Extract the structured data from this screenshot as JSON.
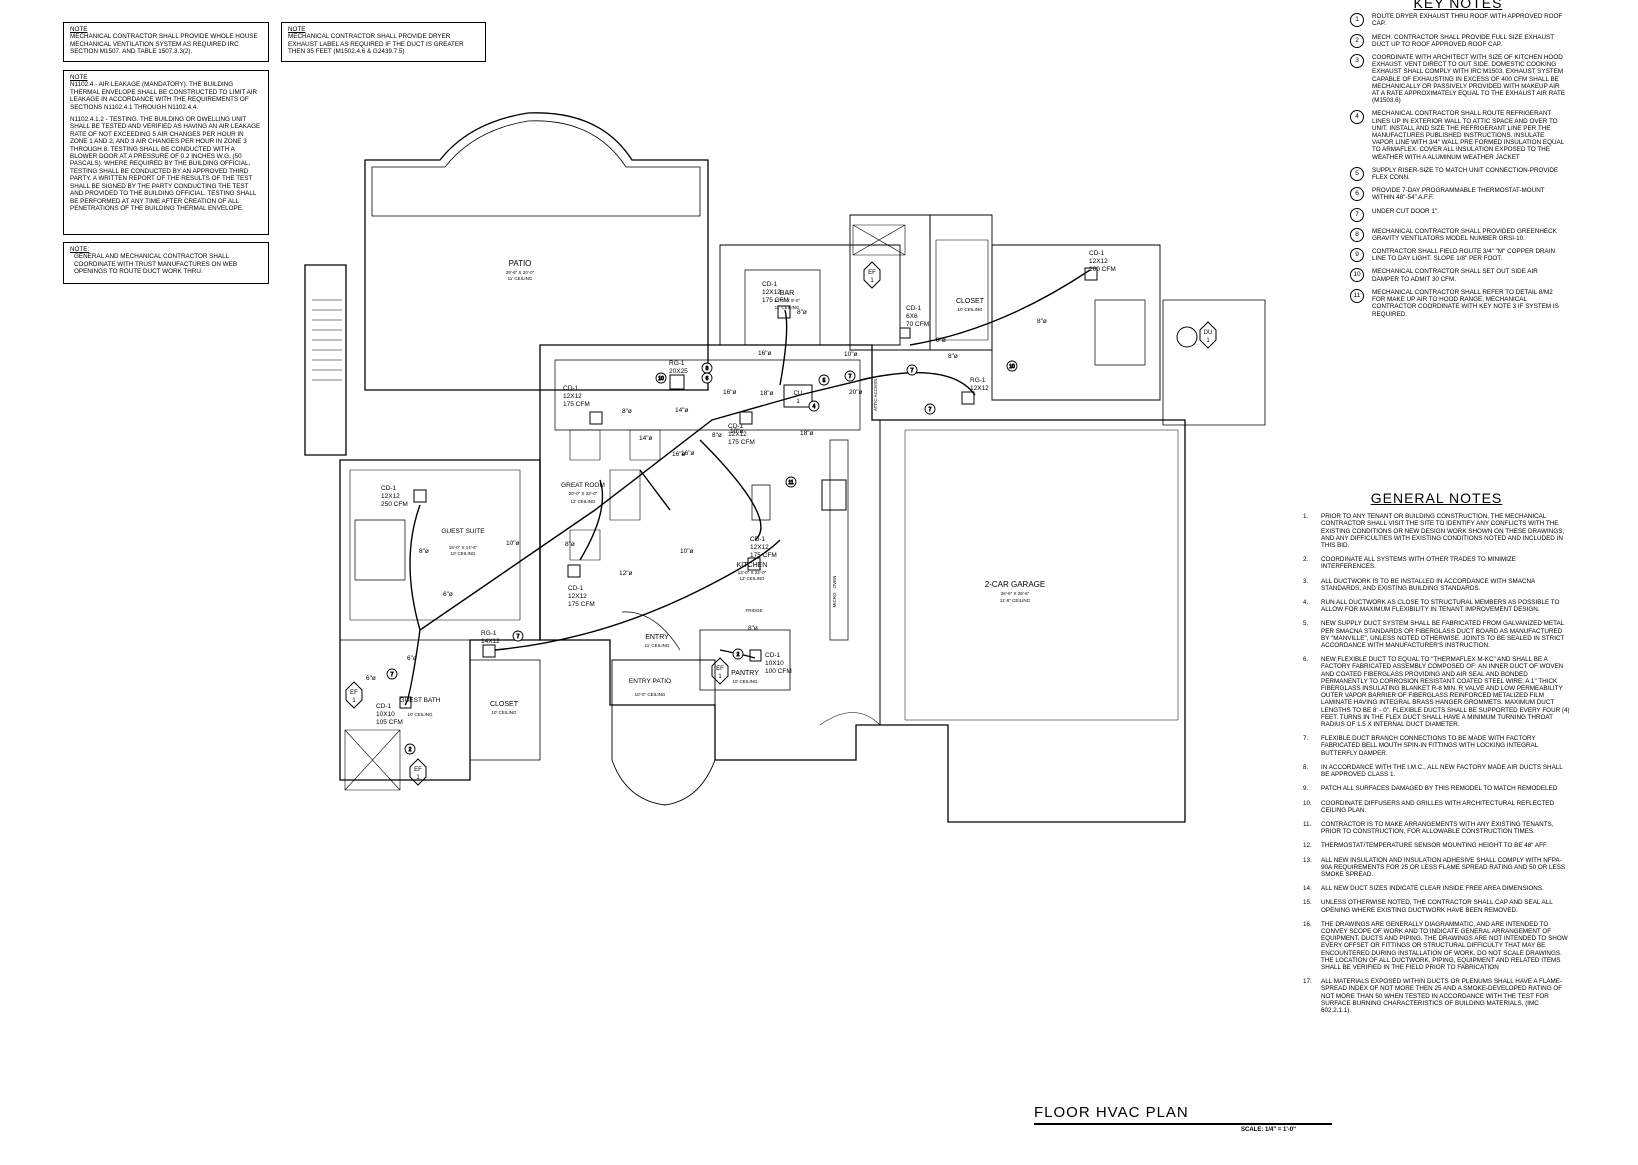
{
  "notes": [
    {
      "header": "NOTE",
      "paragraphs": [
        "MECHANICAL CONTRACTOR SHALL PROVIDE WHOLE HOUSE MECHANICAL VENTILATION SYSTEM AS REQUIRED IRC SECTION M1507. AND TABLE 1507.3.3(2)."
      ]
    },
    {
      "header": "NOTE",
      "paragraphs": [
        "MECHANICAL CONTRACTOR SHALL PROVIDE DRYER EXHAUST LABEL AS REQUIRED IF THE DUCT IS GREATER THEN 35 FEET (M1502.4.6 & G2439.7.5)"
      ]
    },
    {
      "header": "NOTE",
      "paragraphs": [
        "N1102.4 - AIR LEAKAGE (MANDATORY). THE BUILDING THERMAL ENVELOPE SHALL BE CONSTRUCTED TO LIMIT AIR LEAKAGE IN ACCORDANCE WITH THE REQUIREMENTS OF SECTIONS N1102.4.1 THROUGH N1102.4.4.",
        "N1102.4.1.2 - TESTING. THE BUILDING OR DWELLING UNIT SHALL BE TESTED AND VERIFIED AS HAVING AN AIR LEAKAGE RATE OF NOT EXCEEDING 5 AIR CHANGES PER HOUR IN ZONE 1 AND 2, AND 3 AIR CHANGES PER HOUR IN ZONE 3 THROUGH 8. TESTING SHALL BE CONDUCTED WITH A BLOWER DOOR AT A PRESSURE OF 0.2 INCHES W.G. (50 PASCALS). WHERE REQUIRED BY THE BUILDING OFFICIAL, TESTING SHALL BE CONDUCTED BY AN APPROVED THIRD PARTY. A WRITTEN REPORT OF THE RESULTS OF THE TEST SHALL BE SIGNED BY THE PARTY CONDUCTING THE TEST AND PROVIDED TO THE BUILDING OFFICIAL. TESTING SHALL BE PERFORMED AT ANY TIME AFTER CREATION OF ALL PENETRATIONS OF THE BUILDING THERMAL ENVELOPE."
      ]
    },
    {
      "header": "NOTE:",
      "paragraphs": [
        "GENERAL AND MECHANICAL CONTRACTOR SHALL COORDINATE WITH TRUST MANUFACTURES ON WEB OPENINGS TO ROUTE DUCT WORK THRU."
      ]
    }
  ],
  "rooms": [
    {
      "name": "PATIO",
      "dims": "29'-6\" X 20'-0\"",
      "ceiling": "11' CEILING"
    },
    {
      "name": "GREAT ROOM",
      "dims": "20'-0\" X 22'-0\"",
      "ceiling": "12' CEILING"
    },
    {
      "name": "GUEST SUITE",
      "dims": "15'-0\" X 14'-6\"",
      "ceiling": "10' CEILING"
    },
    {
      "name": "GUEST BATH",
      "dims": "",
      "ceiling": "10' CEILING"
    },
    {
      "name": "CLOSET",
      "dims": "",
      "ceiling": "10' CEILING"
    },
    {
      "name": "ENTRY",
      "dims": "",
      "ceiling": "11' CEILING"
    },
    {
      "name": "ENTRY PATIO",
      "dims": "",
      "ceiling": "10'-0\" CEILING"
    },
    {
      "name": "KITCHEN",
      "dims": "13'-0\" X 22'-0\"",
      "ceiling": "12' CEILING"
    },
    {
      "name": "PANTRY",
      "dims": "",
      "ceiling": "10' CEILING"
    },
    {
      "name": "BAR",
      "dims": "10'-6\" X 9'-0\"",
      "ceiling": "11' CEILING"
    },
    {
      "name": "CLOSET",
      "dims": "",
      "ceiling": "10' CEILING"
    },
    {
      "name": "2-CAR GARAGE",
      "dims": "26'-6\" X 26'-6\"",
      "ceiling": "11'-6\" CEILING"
    }
  ],
  "diffusers": [
    {
      "tag": "CD-1",
      "size": "12X12",
      "cfm": "175 CFM"
    },
    {
      "tag": "CD-1",
      "size": "12X12",
      "cfm": "175 CFM"
    },
    {
      "tag": "CD-1",
      "size": "12X12",
      "cfm": "175 CFM"
    },
    {
      "tag": "CD-1",
      "size": "12X12",
      "cfm": "175 CFM"
    },
    {
      "tag": "CD-1",
      "size": "12X12",
      "cfm": "175 CFM"
    },
    {
      "tag": "CD-1",
      "size": "12X12",
      "cfm": "250 CFM"
    },
    {
      "tag": "CD-1",
      "size": "12X12",
      "cfm": "200 CFM"
    },
    {
      "tag": "CD-1",
      "size": "6X6",
      "cfm": "70 CFM"
    },
    {
      "tag": "CD-1",
      "size": "10X10",
      "cfm": "105 CFM"
    },
    {
      "tag": "CD-1",
      "size": "10X10",
      "cfm": "100 CFM"
    }
  ],
  "grilles": [
    {
      "tag": "RG-1",
      "size": "20X25"
    },
    {
      "tag": "RG-1",
      "size": "12X12"
    },
    {
      "tag": "RG-1",
      "size": "14X12"
    }
  ],
  "duct_labels": [
    "8\"ø",
    "8\"ø",
    "8\"ø",
    "8\"ø",
    "8\"ø",
    "8\"ø",
    "8\"ø",
    "8\"ø",
    "8\"ø",
    "6\"ø",
    "6\"ø",
    "6\"ø",
    "10\"ø",
    "10\"ø",
    "12\"ø",
    "14\"ø",
    "14\"ø",
    "16\"ø",
    "16\"ø",
    "16\"ø",
    "18\"ø",
    "18\"ø",
    "20\"ø",
    "10\"ø",
    "10\"ø",
    "16\"ø"
  ],
  "equipment": [
    {
      "tag": "CU",
      "num": "1"
    },
    {
      "tag": "EF",
      "num": "1"
    },
    {
      "tag": "EF",
      "num": "1"
    },
    {
      "tag": "EF",
      "num": "1"
    },
    {
      "tag": "EF",
      "num": "1"
    },
    {
      "tag": "DU",
      "num": "1"
    }
  ],
  "misc_labels": [
    "ATTIC ACCESS",
    "FRIDGE",
    "OVEN",
    "MICRO"
  ],
  "key_notes_title": "KEY NOTES",
  "key_notes": [
    {
      "num": "1",
      "text": "ROUTE DRYER EXHAUST THRU ROOF WITH APPROVED ROOF CAP."
    },
    {
      "num": "2",
      "text": "MECH.        CONTRACTOR SHALL PROVIDE FULL SIZE EXHAUST DUCT UP TO ROOF APPROVED ROOF CAP."
    },
    {
      "num": "3",
      "text": "COORDINATE WITH ARCHITECT WITH SIZE OF KITCHEN HOOD EXHAUST. VENT DIRECT TO OUT SIDE. DOMESTIC COOKING EXHAUST SHALL COMPLY WITH IRC M1503. EXHAUST SYSTEM CAPABLE OF EXHAUSTING IN EXCESS OF 400 CFM SHALL BE MECHANICALLY OR PASSIVELY PROVIDED WITH MAKEUP AIR AT A RATE APPROXIMATELY EQUAL TO THE EXHAUST AIR RATE (M1503.6)"
    },
    {
      "num": "4",
      "text": "MECHANICAL CONTRACTOR SHALL ROUTE REFRIGERANT LINES UP IN EXTERIOR WALL TO ATTIC SPACE AND OVER TO UNIT. INSTALL AND SIZE THE REFRIGERANT LINE PER THE MANUFACTURES PUBLISHED INSTRUCTIONS. INSULATE VAPOR LINE WITH 3/4\" WALL PRE FORMED INSULATION EQUAL TO ARMAFLEX. COVER ALL INSULATION EXPOSED TO THE WEATHER WITH A ALUMINUM WEATHER JACKET"
    },
    {
      "num": "5",
      "text": "SUPPLY RISER-SIZE TO MATCH UNIT CONNECTION-PROVIDE FLEX CONN."
    },
    {
      "num": "6",
      "text": "PROVIDE 7-DAY PROGRAMMABLE THERMOSTAT-MOUNT WITHIN 48\"-54\" A.F.F."
    },
    {
      "num": "7",
      "text": "UNDER CUT DOOR 1\"."
    },
    {
      "num": "8",
      "text": "MECHANICAL CONTRACTOR SHALL PROVIDED GREENHECK GRAVITY VENTILATORS MODEL NUMBER GRSI-10."
    },
    {
      "num": "9",
      "text": "CONTRACTOR SHALL FIELD ROUTE 3/4\" \"M\" COPPER DRAIN LINE TO DAY LIGHT. SLOPE 1/8\" PER FOOT."
    },
    {
      "num": "10",
      "text": "MECHANICAL CONTRACTOR SHALL SET OUT SIDE AIR DAMPER TO ADMIT 30 CFM."
    },
    {
      "num": "11",
      "text": "MECHANICAL CONTRACTOR SHALL REFER TO DETAIL 8/M2 FOR MAKE UP AIR TO HOOD RANGE, MECHANICAL CONTRACTOR COORDINATE WITH KEY NOTE 3 IF SYSTEM IS REQUIRED."
    }
  ],
  "general_notes_title": "GENERAL NOTES",
  "general_notes": [
    {
      "num": "1.",
      "text": "PRIOR TO ANY TENANT OR BUILDING CONSTRUCTION, THE MECHANICAL CONTRACTOR SHALL VISIT THE SITE TO IDENTIFY ANY CONFLICTS WITH THE EXISTING CONDITIONS OR NEW DESIGN WORK SHOWN ON THESE DRAWINGS, AND ANY DIFFICULTIES WITH EXISTING CONDITIONS NOTED AND INCLUDED IN THIS BID."
    },
    {
      "num": "2.",
      "text": "COORDINATE ALL SYSTEMS WITH OTHER TRADES TO MINIMIZE INTERFERENCES."
    },
    {
      "num": "3.",
      "text": "ALL DUCTWORK IS TO BE INSTALLED IN ACCORDANCE WITH SMACNA STANDARDS, AND EXISTING BUILDING STANDARDS."
    },
    {
      "num": "4.",
      "text": "RUN ALL DUCTWORK AS CLOSE TO STRUCTURAL MEMBERS AS POSSIBLE TO ALLOW FOR MAXIMUM FLEXIBILITY IN TENANT IMPROVEMENT DESIGN."
    },
    {
      "num": "5.",
      "text": "NEW SUPPLY DUCT SYSTEM SHALL BE FABRICATED FROM GALVANIZED METAL PER SMACNA STANDARDS OR FIBERGLASS DUCT BOARD AS MANUFACTURED BY \"MANVILLE\", UNLESS NOTED OTHERWISE. JOINTS TO BE SEALED IN STRICT ACCORDANCE WITH MANUFACTURER'S INSTRUCTION."
    },
    {
      "num": "6.",
      "text": "NEW FLEXIBLE DUCT TO EQUAL TO \"THERMAFLEX M-KC\" AND SHALL BE A FACTORY FABRICATED ASSEMBLY COMPOSED OF:  AN INNER DUCT OF WOVEN AND COATED FIBERGLASS PROVIDING AND AIR SEAL AND BONDED PERMANENTLY TO CORROSION RESISTANT COATED STEEL WIRE:  A 1\" THICK FIBERGLASS INSULATING BLANKET R-8 MIN. R VALVE AND LOW PERMEABILITY OUTER VAPOR BARRIER OF FIBERGLASS REINFORCED METALIZED FILM LAMINATE HAVING INTEGRAL BRASS HANGER GROMMETS.  MAXIMUM DUCT LENGTHS TO BE 8' - 0\". FLEXIBLE DUCTS SHALL BE SUPPORTED EVERY FOUR (4) FEET.  TURNS IN THE FLEX DUCT SHALL HAVE A MINIMUM TURNING THROAT RADIUS OF 1.5 X INTERNAL DUCT DIAMETER."
    },
    {
      "num": "7.",
      "text": "FLEXIBLE DUCT BRANCH CONNECTIONS TO BE MADE WITH FACTORY FABRICATED BELL MOUTH SPIN-IN FITTINGS WITH LOCKING INTEGRAL BUTTERFLY DAMPER."
    },
    {
      "num": "8.",
      "text": "IN ACCORDANCE WITH THE I.M.C., ALL NEW FACTORY MADE AIR DUCTS SHALL BE APPROVED CLASS 1."
    },
    {
      "num": "9.",
      "text": "PATCH ALL SURFACES DAMAGED BY THIS REMODEL TO MATCH REMODELED"
    },
    {
      "num": "10.",
      "text": "COORDINATE DIFFUSERS AND GRILLES WITH ARCHITECTURAL REFLECTED CEILING PLAN."
    },
    {
      "num": "11.",
      "text": "CONTRACTOR IS TO MAKE ARRANGEMENTS WITH ANY EXISTING TENANTS, PRIOR TO CONSTRUCTION, FOR ALLOWABLE CONSTRUCTION TIMES."
    },
    {
      "num": "12.",
      "text": "THERMOSTAT/TEMPERATURE SENSOR MOUNTING HEIGHT TO BE 48\" AFF."
    },
    {
      "num": "13.",
      "text": "ALL NEW INSULATION AND INSULATION ADHESIVE SHALL COMPLY WITH NFPA-90A REQUIREMENTS FOR 25 OR LESS FLAME SPREAD RATING AND 50 OR LESS SMOKE SPREAD."
    },
    {
      "num": "14.",
      "text": "ALL NEW DUCT SIZES INDICATE CLEAR INSIDE FREE AREA DIMENSIONS."
    },
    {
      "num": "15.",
      "text": "UNLESS OTHERWISE NOTED, THE CONTRACTOR SHALL CAP AND SEAL ALL OPENING WHERE EXISTING DUCTWORK HAVE BEEN REMOVED."
    },
    {
      "num": "16.",
      "text": "THE DRAWINGS ARE GENERALLY DIAGRAMMATIC, AND ARE INTENDED TO CONVEY SCOPE OF WORK AND TO INDICATE GENERAL ARRANGEMENT OF EQUIPMENT, DUCTS AND PIPING. THE DRAWINGS ARE NOT INTENDED TO SHOW EVERY OFFSET OR FITTINGS OR STRUCTURAL DIFFICULTY THAT MAY BE ENCOUNTERED DURING INSTALLATION OF WORK. DO NOT SCALE DRAWINGS.  THE LOCATION OF ALL DUCTWORK, PIPING, EQUIPMENT AND RELATED ITEMS SHALL BE VERIFIED IN THE FIELD PRIOR TO FABRICATION"
    },
    {
      "num": "17.",
      "text": "ALL MATERIALS EXPOSED WITHIN DUCTS OR PLENUMS SHALL HAVE A FLAME-SPREAD INDEX OF NOT MORE THEN 25 AND A SMOKE-DEVELOPED RATING OF NOT MORE THAN 50 WHEN TESTED IN ACCORDANCE WITH THE TEST FOR SURFACE BURNING CHARACTERISTICS OF BUILDING MATERIALS, (IMC 602.2.1.1)."
    }
  ],
  "plan_title": "FLOOR HVAC PLAN",
  "plan_scale": "SCALE: 1/4\" = 1'-0\""
}
